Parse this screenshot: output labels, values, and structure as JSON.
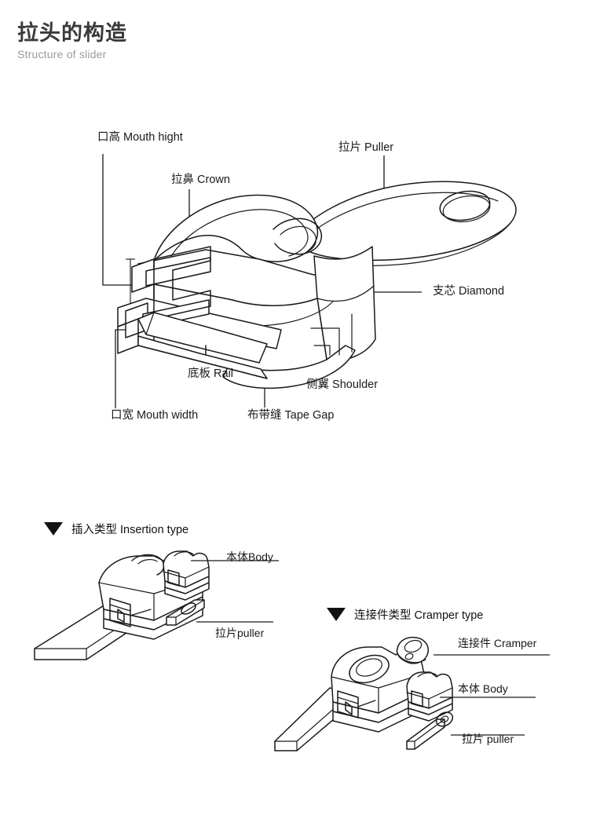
{
  "header": {
    "title_cn": "拉头的构造",
    "title_en": "Structure of slider"
  },
  "main_diagram": {
    "name": "slider-structure-diagram",
    "labels": {
      "mouth_height": "口高 Mouth  hight",
      "crown": "拉鼻 Crown",
      "puller": "拉片 Puller",
      "diamond": "支芯 Diamond",
      "rail": "底板 Rail",
      "shoulder": "侧翼 Shoulder",
      "mouth_width": "口宽 Mouth width",
      "tape_gap": "布带缝 Tape Gap"
    }
  },
  "sections": [
    {
      "id": "insertion",
      "marker": "triangle-down-icon",
      "heading": "插入类型 Insertion type",
      "labels": {
        "body": "本体Body",
        "puller": "拉片puller"
      }
    },
    {
      "id": "cramper",
      "marker": "triangle-down-icon",
      "heading": "连接件类型 Cramper type",
      "labels": {
        "cramper": "连接件 Cramper",
        "body": "本体 Body",
        "puller": "拉片 puller"
      }
    }
  ],
  "colors": {
    "background": "#ffffff",
    "ink": "#1a1a1a",
    "title": "#3a3a3a",
    "subtitle": "#9b9b9b"
  }
}
